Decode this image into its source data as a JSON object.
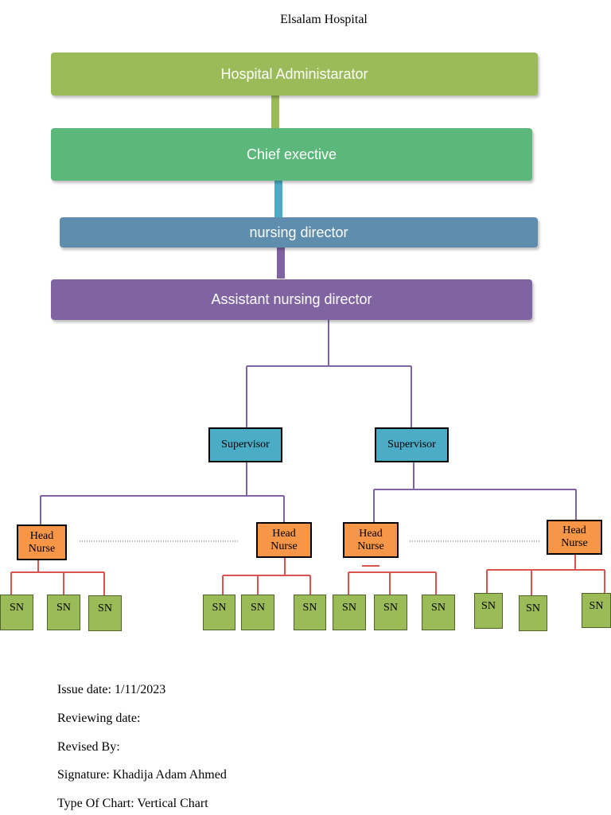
{
  "title": "Elsalam Hospital",
  "levels": {
    "administrator": "Hospital Administarator",
    "chief": "Chief exective",
    "nursing_director": "nursing director",
    "assistant": "Assistant nursing director"
  },
  "supervisor_label": "Supervisor",
  "head_nurse_label": "Head Nurse",
  "sn_label": "SN",
  "colors": {
    "administrator": "#9bbb59",
    "chief": "#5bb77a",
    "nursing_director": "#5e8dae",
    "assistant": "#8064a2",
    "supervisor": "#4bacc6",
    "head_nurse": "#f79646",
    "sn": "#9bbb59",
    "sn_connector": "#d9534f",
    "supervisor_connector": "#8064a2"
  },
  "footer": {
    "issue_date": "Issue date: 1/11/2023",
    "reviewing_date": "Reviewing date:",
    "revised_by": "Revised By:",
    "signature": "Signature: Khadija Adam Ahmed",
    "type_of_chart": "Type Of Chart: Vertical Chart"
  }
}
